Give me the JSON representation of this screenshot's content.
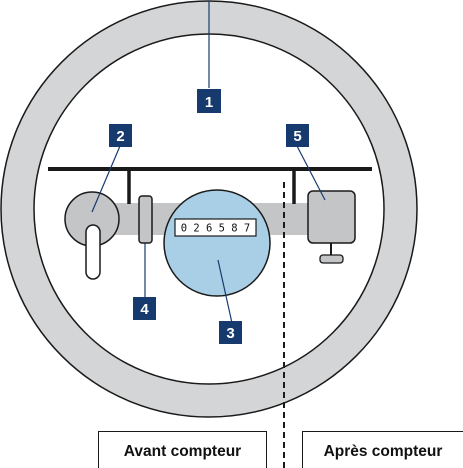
{
  "callouts": {
    "c1": "1",
    "c2": "2",
    "c3": "3",
    "c4": "4",
    "c5": "5"
  },
  "meter": {
    "reading": "0 2 6 5 8 7"
  },
  "labels": {
    "before_meter": "Avant compteur",
    "after_meter": "Après compteur"
  },
  "colors": {
    "ring_fill": "#d4d5d6",
    "meter_blue": "#a9cfe6",
    "callout_navy": "#173a6e",
    "pipe_gray": "#c4c5c7",
    "outline": "#1a1a1a"
  }
}
